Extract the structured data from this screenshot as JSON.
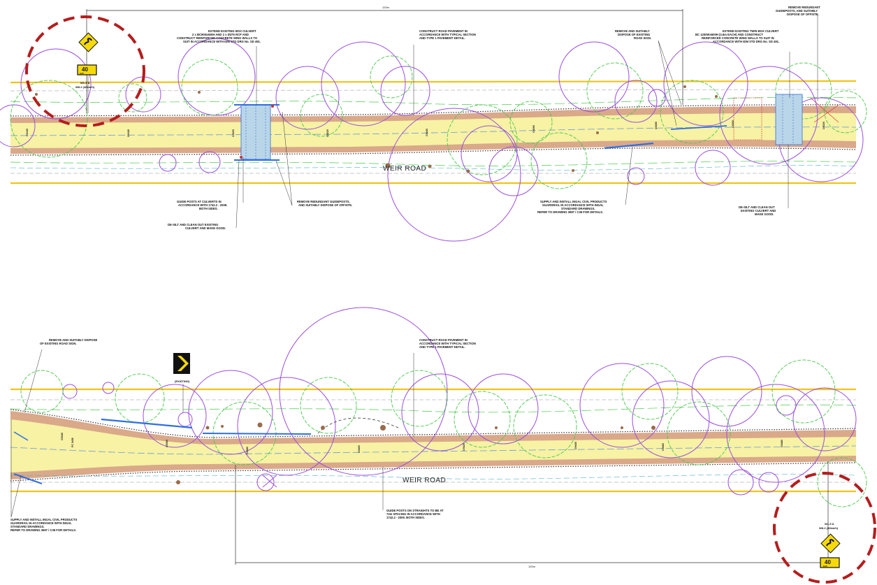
{
  "road_name": "WEIR ROAD",
  "dimensions": {
    "top": "120m",
    "bottom": "120m"
  },
  "signs": {
    "top_left": {
      "speed": "40",
      "code": "W1-5 &",
      "code2": "W8-2 (40km/h)"
    },
    "bottom_right": {
      "speed": "40",
      "code": "W1-5 &",
      "code2": "W8-2 (40km/h)"
    },
    "chevron": {
      "label": "(EXISTING)"
    }
  },
  "notes": {
    "extend_box_culvert": [
      "EXTEND EXISTING BOX CULVERT",
      "2 x BC900x600H AND 2 x Ø375 RCP AND",
      "CONSTRUCT REINFORCED CONCRETE WING WALLS TO",
      "SUIT IN ACCORDANCE WITH IDM STD DRG No. SD 491."
    ],
    "construct_pavement_top": [
      "CONSTRUCT ROAD PAVEMENT IN",
      "ACCORDANCE WITH TYPICAL SECTION",
      "AND TYPE 1 PAVEMENT DETAIL."
    ],
    "remove_road_sign_top": [
      "REMOVE AND SUITABLY",
      "DISPOSE OF EXISTING",
      "ROAD SIGN."
    ],
    "extend_twin_box": [
      "EXTEND EXISTING TWIN BOX CULVERT",
      "BC 1200Wx600H (3.6m EACH) AND CONSTRUCT",
      "REINFORCED CONCRETE WING WALLS TO SUIT IN",
      "ACCORDANCE WITH IDM STD DRG No. SD 491."
    ],
    "remove_guideposts_topright": [
      "REMOVE REDUNDANT",
      "GUIDEPOSTS, AND SUITABLY",
      "DISPOSE OF OFFSITE."
    ],
    "guide_posts_culverts": [
      "GUIDE POSTS AT CULVERTS IN",
      "ACCORDANCE WITH 1742.2 - 2009.",
      "BOTH SIDES."
    ],
    "desilt_left": [
      "DE-SILT AND CLEAN OUT EXISTING",
      "CULVERT AND MAKE GOOD."
    ],
    "remove_guideposts_mid": [
      "REMOVE REDUNDANT GUIDEPOSTS,",
      "AND SUITABLY DISPOSE OF OFFSITE."
    ],
    "supply_guardrail_top": [
      "SUPPLY AND INSTALL INGAL CIVIL PRODUCTS",
      "GUARDRAIL IN ACCORDANCE WITH INGAL",
      "STANDARD DRAWINGS.",
      "REFER TO DRAWING 3697 / C36 FOR DETAILS."
    ],
    "desilt_right": [
      "DE-SILT AND CLEAN OUT",
      "EXISTING CULVERT AND",
      "MAKE GOOD."
    ],
    "remove_road_sign_bottom": [
      "REMOVE AND SUITABLY DISPOSE",
      "OF EXISTING ROAD SIGN."
    ],
    "construct_pavement_bottom": [
      "CONSTRUCT ROAD PAVEMENT IN",
      "ACCORDANCE WITH TYPICAL SECTION",
      "AND TYPE 1 PAVEMENT DETAIL."
    ],
    "supply_guardrail_bottom": [
      "SUPPLY AND INSTALL INGAL CIVIL PRODUCTS",
      "GUARDRAIL IN ACCORDANCE WITH INGAL",
      "STANDARD DRAWINGS.",
      "REFER TO DRAWING 3697 / C36 FOR DETAILS."
    ],
    "guide_posts_straights": [
      "GUIDE POSTS ON STRAIGHTS TO BE AT",
      "72m SPACING IN ACCORDANCE WITH",
      "1742.2 - 2009. BOTH SIDES."
    ]
  },
  "colors": {
    "road_fill": "#f7f2a4",
    "edge": "#d9a98a",
    "tree_purple": "#9b4de0",
    "tree_green": "#49c94a",
    "boundary": "#f0c419",
    "highlight": "#b41d1d",
    "guardrail": "#2f6fe0"
  }
}
